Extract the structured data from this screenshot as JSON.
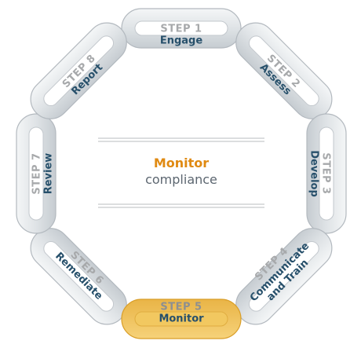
{
  "center": {
    "title": "Monitor",
    "subtitle": "compliance"
  },
  "steps": [
    {
      "number": "STEP 1",
      "lines": [
        "Engage"
      ]
    },
    {
      "number": "STEP 2",
      "lines": [
        "Assess"
      ]
    },
    {
      "number": "STEP 3",
      "lines": [
        "Develop"
      ]
    },
    {
      "number": "STEP 4",
      "lines": [
        "Communicate",
        "and Train"
      ]
    },
    {
      "number": "STEP 5",
      "lines": [
        "Monitor"
      ],
      "active": true
    },
    {
      "number": "STEP 6",
      "lines": [
        "Remediate"
      ]
    },
    {
      "number": "STEP 7",
      "lines": [
        "Review"
      ]
    },
    {
      "number": "STEP 8",
      "lines": [
        "Report"
      ]
    }
  ],
  "colors": {
    "link_fill": "#e6e9ec",
    "link_shade": "#c9ced3",
    "link_stroke": "#b3b9bf",
    "active_fill": "#efbf55",
    "active_stroke": "#d99e28",
    "step_number": "#a7a9ab",
    "step_name": "#27506b",
    "center_title": "#e08a12",
    "center_subtitle": "#5c6670"
  }
}
